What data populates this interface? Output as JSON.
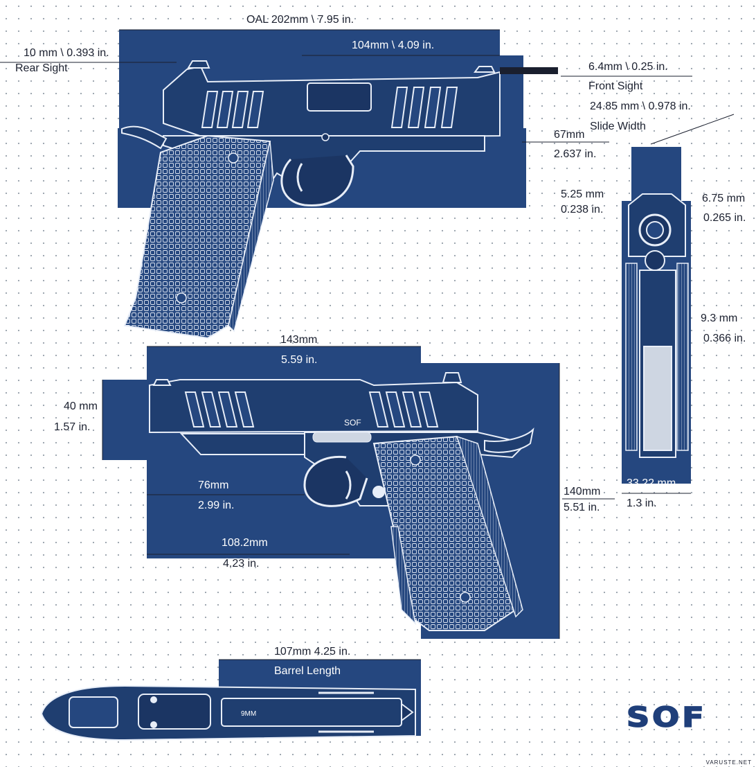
{
  "labels": {
    "oal": "OAL 202mm \\ 7.95 in.",
    "sight_radius": "104mm \\ 4.09 in.",
    "rear_sight_dim": "10 mm \\ 0.393 in.",
    "rear_sight": "Rear Sight",
    "front_sight_dim": "6.4mm \\ 0.25 in.",
    "front_sight": "Front Sight",
    "slide_width_dim": "24.85 mm \\ 0.978 in.",
    "slide_width": "Slide Width",
    "height_67_mm": "67mm",
    "height_67_in": "2.637 in.",
    "left_525_mm": "5.25 mm",
    "left_525_in": "0.238 in.",
    "right_675_mm": "6.75 mm",
    "right_675_in": "0.265 in.",
    "dim_93_mm": "9.3 mm",
    "dim_93_in": "0.366 in.",
    "grip_width_mm": "33.22 mm",
    "grip_width_in": "1.3 in.",
    "slide_len_mm": "143mm",
    "slide_len_in": "5.59 in.",
    "slide_height_mm": "40 mm",
    "slide_height_in": "1.57 in.",
    "dim_76_mm": "76mm",
    "dim_76_in": "2.99 in.",
    "dim_108_mm": "108.2mm",
    "dim_108_in": "4.23 in.",
    "height_140_mm": "140mm",
    "height_140_in": "5.51 in.",
    "barrel_dim": "107mm 4.25 in.",
    "barrel_length": "Barrel Length",
    "slide_engraving": "SOF",
    "caliber_marking": "9MM",
    "brand": "SOF",
    "source": "VARUSTE.NET"
  },
  "colors": {
    "blueprint": "#25477f",
    "blueprint_dark": "#1b3563",
    "line": "#ffffff",
    "text": "#1a1f2e"
  }
}
